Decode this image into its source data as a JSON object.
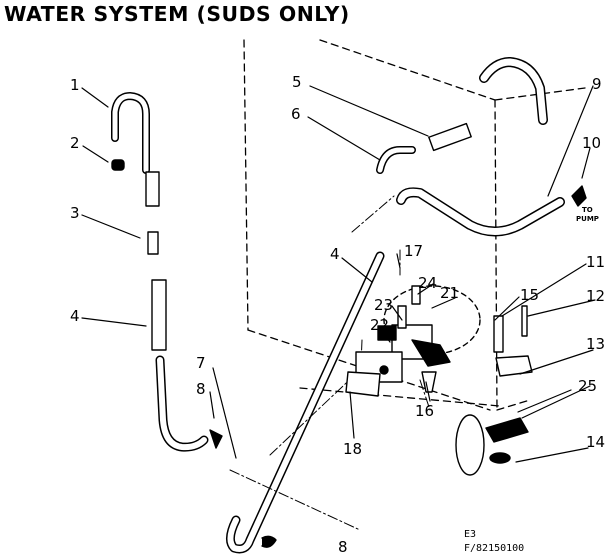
{
  "title": "WATER SYSTEM (SUDS ONLY)",
  "callouts": [
    "1",
    "2",
    "3",
    "4",
    "4",
    "5",
    "6",
    "7",
    "8",
    "8",
    "9",
    "10",
    "11",
    "12",
    "13",
    "14",
    "15",
    "16",
    "17",
    "18",
    "21",
    "22",
    "23",
    "24",
    "25"
  ],
  "notes": {
    "to_pump_line1": "TO",
    "to_pump_line2": "PUMP"
  },
  "codes": {
    "line1": "E3",
    "line2": "F/82150100"
  }
}
